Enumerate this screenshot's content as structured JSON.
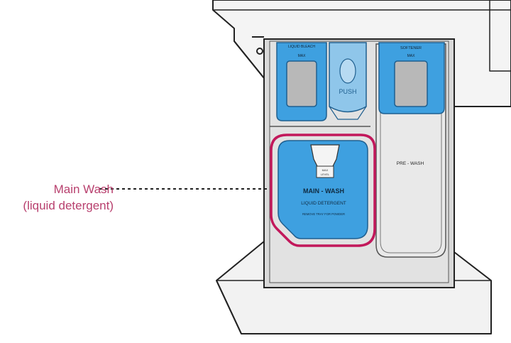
{
  "callout": {
    "line1": "Main Wash",
    "line2": "(liquid detergent)"
  },
  "compartments": {
    "bleach_label": "LIQUID BLEACH",
    "bleach_max": "MAX",
    "softener_label": "SOFTENER",
    "softener_max": "MAX",
    "push_label": "PUSH",
    "main_wash_label": "MAIN - WASH",
    "liquid_detergent_label": "LIQUID DETERGENT",
    "remove_tray_label": "REMOVE TRAY FOR POWDER",
    "prewash_label": "PRE - WASH",
    "insert_max_label": "MAX",
    "insert_level_label": "LEVEL"
  },
  "colors": {
    "highlight": "#c2185b",
    "callout_text": "#b8406e",
    "compartment_blue": "#3ea0e0",
    "tray_grey": "#d9d9d9"
  }
}
